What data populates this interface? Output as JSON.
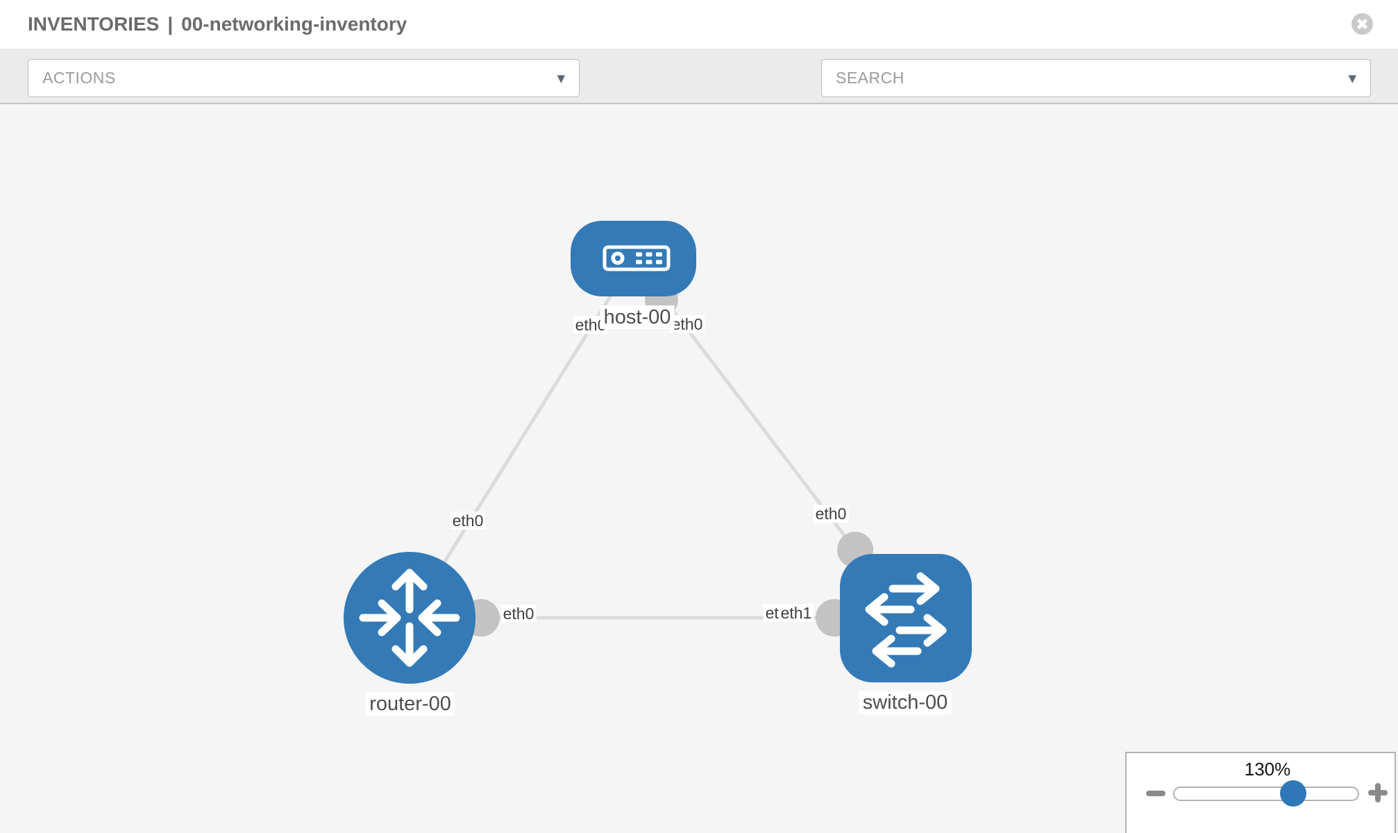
{
  "header": {
    "title": "INVENTORIES",
    "separator": "|",
    "inventory_name": "00-networking-inventory"
  },
  "toolbar": {
    "actions_label": "ACTIONS",
    "search_label": "SEARCH"
  },
  "icons": {
    "caret": "▼"
  },
  "topology": {
    "nodes": [
      {
        "id": "host-00",
        "type": "host",
        "label": "host-00"
      },
      {
        "id": "router-00",
        "type": "router",
        "label": "router-00"
      },
      {
        "id": "switch-00",
        "type": "switch",
        "label": "switch-00"
      }
    ],
    "links": [
      {
        "from": "host-00",
        "to": "router-00"
      },
      {
        "from": "host-00",
        "to": "switch-00"
      },
      {
        "from": "router-00",
        "to": "switch-00"
      }
    ],
    "interfaces": {
      "host_left": "eth0",
      "host_right": "eth0",
      "router_top": "eth0",
      "switch_top": "eth0",
      "router_right": "eth0",
      "switch_left_back": "eth0",
      "switch_left_front": "eth1"
    }
  },
  "zoom": {
    "value": "130%"
  },
  "colors": {
    "node_blue": "#337ab7",
    "connector_gray": "#c3c3c3",
    "link_gray": "#dbdbdb",
    "slider_knob_blue": "#2e77b8",
    "toolbar_icon_gray": "#8c949d"
  }
}
